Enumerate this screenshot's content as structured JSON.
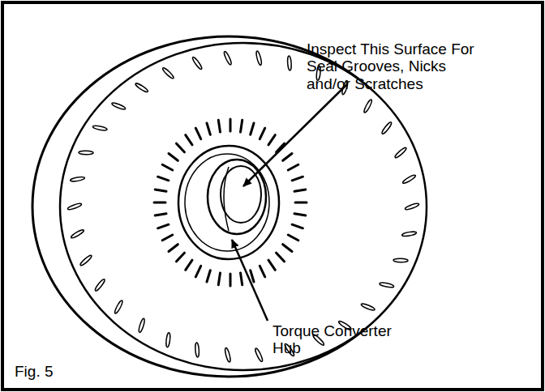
{
  "diagram": {
    "labels": [
      "Inspect This Surface For Seal Grooves, Nicks and/or Scratches",
      "Torque Converter Hub",
      "Fig. 5"
    ]
  }
}
